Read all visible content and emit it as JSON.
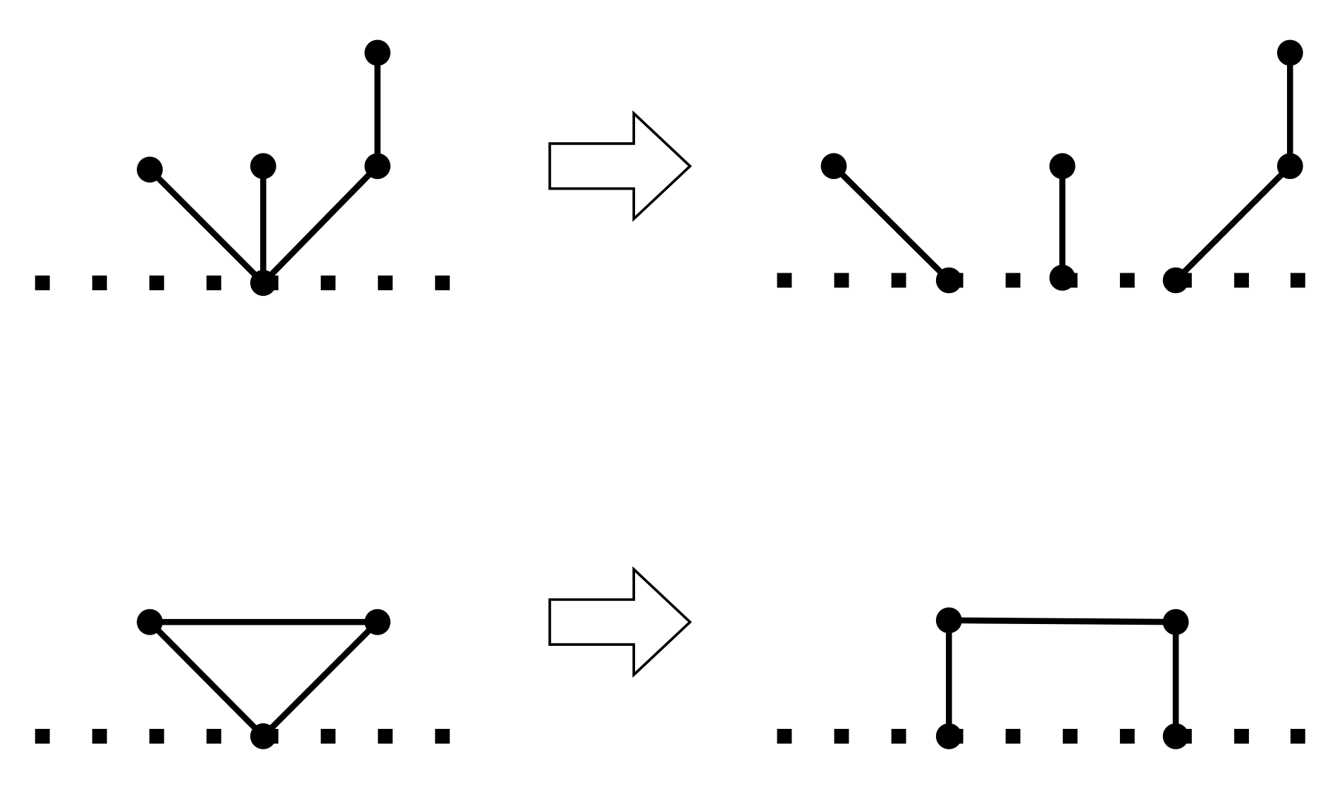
{
  "colors": {
    "stroke": "#000000",
    "background": "#ffffff",
    "arrow_fill": "#ffffff"
  },
  "panels": [
    {
      "name": "top-left",
      "nodes": [
        {
          "id": "a",
          "label": ""
        },
        {
          "id": "b",
          "label": ""
        },
        {
          "id": "c",
          "label": ""
        },
        {
          "id": "d",
          "label": ""
        },
        {
          "id": "e",
          "label": ""
        }
      ],
      "edges": [
        [
          "a",
          "b"
        ],
        [
          "a",
          "c"
        ],
        [
          "a",
          "d"
        ],
        [
          "d",
          "e"
        ]
      ]
    },
    {
      "name": "top-right",
      "nodes": [
        {
          "id": "a1",
          "label": ""
        },
        {
          "id": "a2",
          "label": ""
        },
        {
          "id": "a3",
          "label": ""
        },
        {
          "id": "b",
          "label": ""
        },
        {
          "id": "c",
          "label": ""
        },
        {
          "id": "d",
          "label": ""
        },
        {
          "id": "e",
          "label": ""
        }
      ],
      "edges": [
        [
          "a1",
          "b"
        ],
        [
          "a2",
          "c"
        ],
        [
          "a3",
          "d"
        ],
        [
          "d",
          "e"
        ]
      ]
    },
    {
      "name": "bottom-left",
      "nodes": [
        {
          "id": "a",
          "label": ""
        },
        {
          "id": "b",
          "label": ""
        },
        {
          "id": "c",
          "label": ""
        }
      ],
      "edges": [
        [
          "a",
          "b"
        ],
        [
          "a",
          "c"
        ],
        [
          "b",
          "c"
        ]
      ]
    },
    {
      "name": "bottom-right",
      "nodes": [
        {
          "id": "a1",
          "label": ""
        },
        {
          "id": "a2",
          "label": ""
        },
        {
          "id": "b",
          "label": ""
        },
        {
          "id": "c",
          "label": ""
        }
      ],
      "edges": [
        [
          "a1",
          "b"
        ],
        [
          "a2",
          "c"
        ],
        [
          "b",
          "c"
        ]
      ]
    }
  ]
}
